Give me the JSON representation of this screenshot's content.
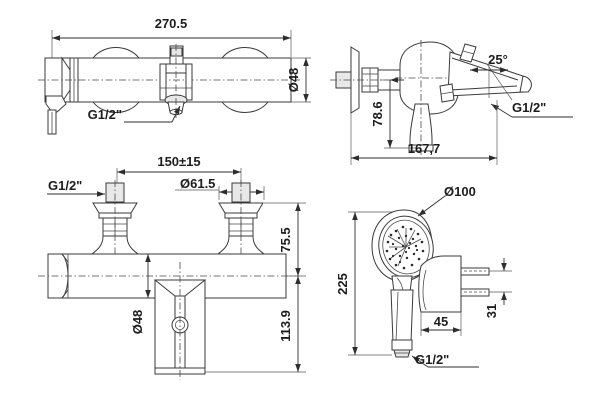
{
  "sheet": {
    "title": "Bath/shower mixer technical dimension drawing",
    "background_color": "#ffffff",
    "line_color": "#3a3a3a",
    "text_color": "#1d1d1d",
    "hatch_fill": "#e8e8e8"
  },
  "views": {
    "top_left": {
      "name": "front-elevation-view",
      "dimensions": {
        "overall_length": "270.5",
        "body_diameter": "Ø48",
        "connection_thread": "G1/2\""
      }
    },
    "top_right": {
      "name": "side-elevation-view",
      "dimensions": {
        "spout_height": "78.6",
        "projection": "167,7",
        "spout_angle": "25°",
        "connection_thread": "G1/2\""
      }
    },
    "bottom_left": {
      "name": "installation-plan-view",
      "dimensions": {
        "inlet_centres": "150±15",
        "flange_diameter": "Ø61.5",
        "above_centre": "75.5",
        "below_centre": "113.9",
        "body_diameter": "Ø48",
        "connection_thread": "G1/2\""
      }
    },
    "bottom_right": {
      "name": "hand-shower-and-bracket-view",
      "dimensions": {
        "spray_face_diameter": "Ø100",
        "shower_length": "225",
        "shower_thread": "G1/2\"",
        "bracket_width": "45",
        "bracket_screw_spacing": "31"
      }
    }
  },
  "labels": {
    "overall_length": "270.5",
    "body_dia_top": "Ø48",
    "thread_top_left": "G1/2\"",
    "spout_height": "78.6",
    "projection": "167,7",
    "spout_angle": "25°",
    "thread_top_right": "G1/2\"",
    "inlet_centres": "150±15",
    "flange_dia": "Ø61.5",
    "thread_bottom_left": "G1/2\"",
    "above_centre": "75.5",
    "below_centre": "113.9",
    "body_dia_bottom": "Ø48",
    "spray_dia": "Ø100",
    "shower_length": "225",
    "thread_shower": "G1/2\"",
    "bracket_width": "45",
    "bracket_spacing": "31"
  }
}
